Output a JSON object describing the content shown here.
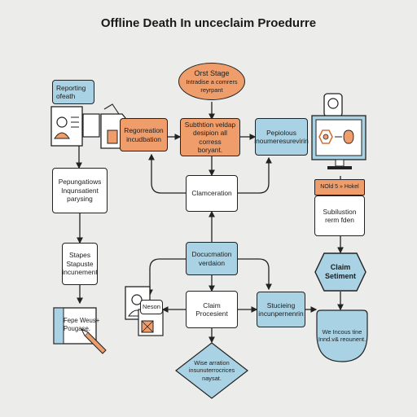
{
  "title": "Offline Death In unceclaim Proedurre",
  "nodes": {
    "start_stage": "Orst Stage",
    "start_sub": "Intradise a comrers\nreyrpant",
    "reporting": "Reporting\nofeath",
    "registration": "Regorreation\nincudbation",
    "subsection": "Subthtion veldap\ndesipion all corress\nboryant.",
    "pepiolous": "Pepiolous\ninoumeresurevirin",
    "prepositions": "Pepungatiows\nInqunsatient\nparysing",
    "clameration": "Clamceration",
    "hokel": "NOld 5 » Hokel",
    "subilustion": "Subilustion\nrerm fden",
    "stapes": "Stapes\nStapuste\nincunement",
    "documentation": "Docucmation\nverdaion",
    "claim_setiment": "Claim\nSetiment",
    "claim_procesient": "Claim Procesient",
    "stucieing": "Stucieing\nincunpernenrin",
    "neson": "Neson",
    "feps": "Fepe Weus+\nPougase.",
    "wise": "Wise arration\ninsunuterrocrices\nnaysat.",
    "we_incosus": "We Incous tine\nInnd.v& reounent."
  }
}
